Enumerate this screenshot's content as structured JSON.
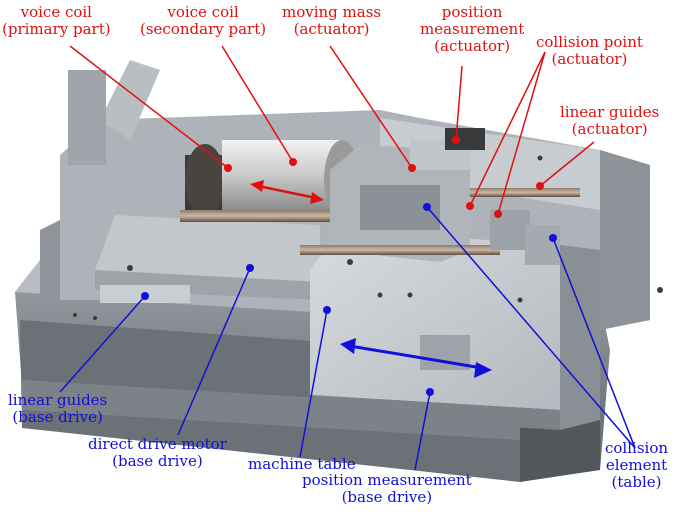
{
  "colors": {
    "red_annotation": "#e01010",
    "blue_annotation": "#1010d8",
    "machine_light": "#c9cdd2",
    "machine_mid": "#a9aeb4",
    "machine_dark": "#6f747a",
    "bronze": "#8a7a6a"
  },
  "labels": {
    "voice_coil_primary": [
      "voice coil",
      "(primary part)"
    ],
    "voice_coil_secondary": [
      "voice coil",
      "(secondary part)"
    ],
    "moving_mass": [
      "moving mass",
      "(actuator)"
    ],
    "position_measurement_actuator": [
      "position",
      "measurement",
      "(actuator)"
    ],
    "collision_point": [
      "collision point",
      "(actuator)"
    ],
    "linear_guides_actuator": [
      "linear guides",
      "(actuator)"
    ],
    "linear_guides_base": [
      "linear guides",
      "(base drive)"
    ],
    "direct_drive_motor": [
      "direct drive motor",
      "(base drive)"
    ],
    "machine_table": [
      "machine table"
    ],
    "position_measurement_base": [
      "position measurement",
      "(base drive)"
    ],
    "collision_element": [
      "collision",
      "element",
      "(table)"
    ]
  }
}
